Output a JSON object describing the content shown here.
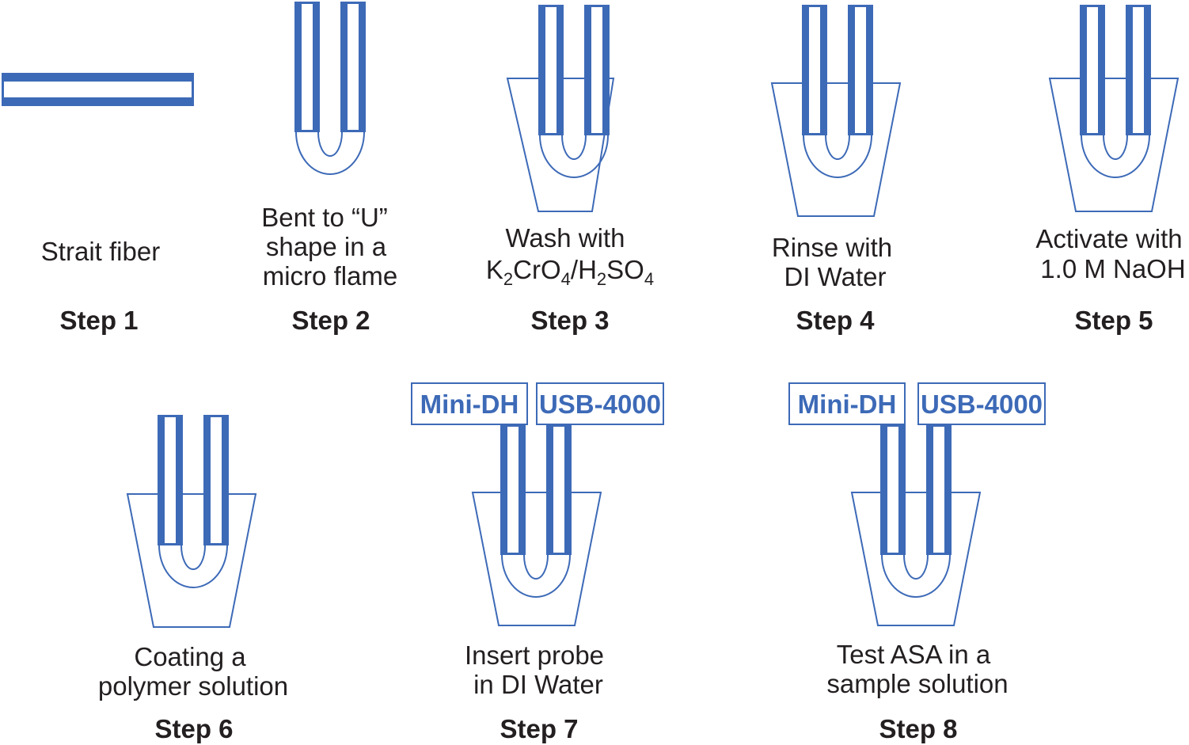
{
  "steps": [
    {
      "id": 1,
      "label": "Step 1",
      "lines": [
        "Strait fiber"
      ]
    },
    {
      "id": 2,
      "label": "Step 2",
      "lines": [
        "Bent to “U”",
        "shape in a",
        "micro flame"
      ]
    },
    {
      "id": 3,
      "label": "Step 3",
      "line1": "Wash with",
      "chem": {
        "k": "K",
        "s1": "2",
        "cro": "CrO",
        "s2": "4",
        "h": "/H",
        "s3": "2",
        "so": "SO",
        "s4": "4"
      }
    },
    {
      "id": 4,
      "label": "Step 4",
      "lines": [
        "Rinse with",
        "DI Water"
      ]
    },
    {
      "id": 5,
      "label": "Step 5",
      "lines": [
        "Activate with",
        "1.0 M NaOH"
      ]
    },
    {
      "id": 6,
      "label": "Step 6",
      "lines": [
        "Coating a",
        "polymer solution"
      ]
    },
    {
      "id": 7,
      "label": "Step 7",
      "lines": [
        "Insert probe",
        "in DI Water"
      ],
      "devices": [
        "Mini-DH",
        "USB-4000"
      ]
    },
    {
      "id": 8,
      "label": "Step 8",
      "lines": [
        "Test ASA in a",
        "sample solution"
      ],
      "devices": [
        "Mini-DH",
        "USB-4000"
      ]
    }
  ],
  "colors": {
    "fiber": "#3d6ab7",
    "text": "#231f20",
    "background": "#ffffff"
  }
}
